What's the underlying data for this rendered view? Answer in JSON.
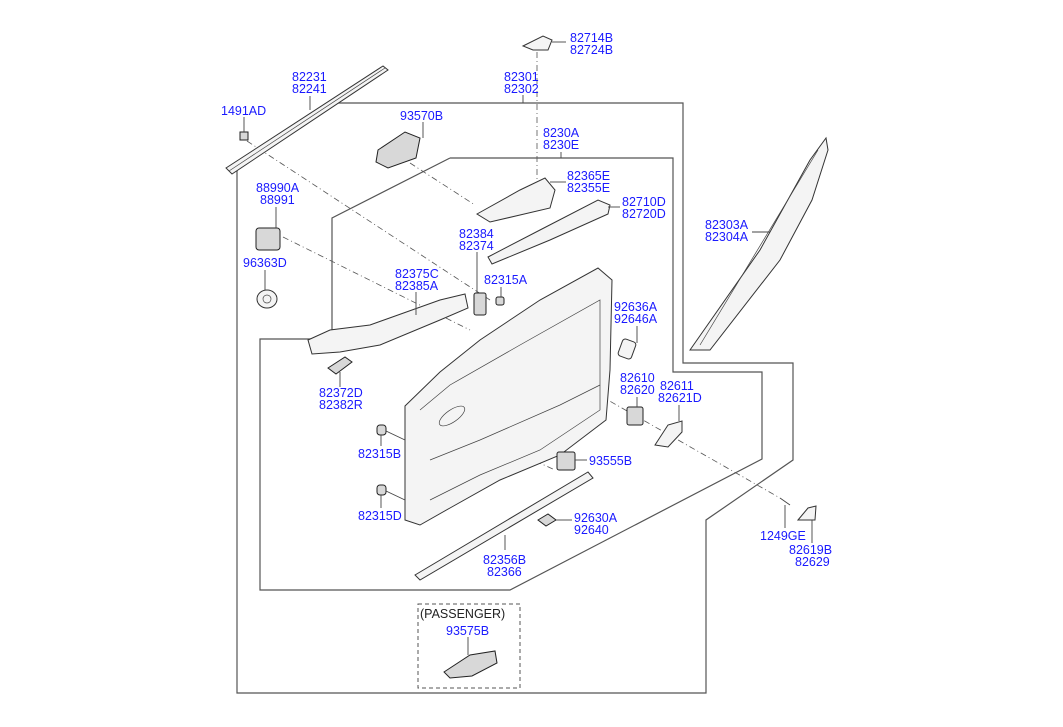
{
  "diagram": {
    "title": "Front Door Trim Panel - Exploded Parts View",
    "label_color": "#1a1aff",
    "line_color": "#444444",
    "parts": [
      {
        "id": "p82714B",
        "lines": [
          "82714B",
          "82724B"
        ]
      },
      {
        "id": "p82231",
        "lines": [
          "82231",
          "82241"
        ]
      },
      {
        "id": "p82301",
        "lines": [
          "82301",
          "82302"
        ]
      },
      {
        "id": "p1491AD",
        "lines": [
          "1491AD"
        ]
      },
      {
        "id": "p93570B",
        "lines": [
          "93570B"
        ]
      },
      {
        "id": "p8230A",
        "lines": [
          "8230A",
          "8230E"
        ]
      },
      {
        "id": "p82365E",
        "lines": [
          "82365E",
          "82355E"
        ]
      },
      {
        "id": "p88990A",
        "lines": [
          "88990A",
          "88991"
        ]
      },
      {
        "id": "p82710D",
        "lines": [
          "82710D",
          "82720D"
        ]
      },
      {
        "id": "p82303A",
        "lines": [
          "82303A",
          "82304A"
        ]
      },
      {
        "id": "p82384",
        "lines": [
          "82384",
          "82374"
        ]
      },
      {
        "id": "p96363D",
        "lines": [
          "96363D"
        ]
      },
      {
        "id": "p82375C",
        "lines": [
          "82375C",
          "82385A"
        ]
      },
      {
        "id": "p82315A",
        "lines": [
          "82315A"
        ]
      },
      {
        "id": "p92636A",
        "lines": [
          "92636A",
          "92646A"
        ]
      },
      {
        "id": "p82372D",
        "lines": [
          "82372D",
          "82382R"
        ]
      },
      {
        "id": "p82610",
        "lines": [
          "82610",
          "82620"
        ]
      },
      {
        "id": "p82611",
        "lines": [
          "82611",
          "82621D"
        ]
      },
      {
        "id": "p82315B",
        "lines": [
          "82315B"
        ]
      },
      {
        "id": "p93555B",
        "lines": [
          "93555B"
        ]
      },
      {
        "id": "p82315D",
        "lines": [
          "82315D"
        ]
      },
      {
        "id": "p92630A",
        "lines": [
          "92630A",
          "92640"
        ]
      },
      {
        "id": "p1249GE",
        "lines": [
          "1249GE"
        ]
      },
      {
        "id": "p82619B",
        "lines": [
          "82619B",
          "82629"
        ]
      },
      {
        "id": "p82356B",
        "lines": [
          "82356B",
          "82366"
        ]
      }
    ],
    "passenger_box": {
      "title": "(PASSENGER)",
      "part": "93575B"
    }
  }
}
